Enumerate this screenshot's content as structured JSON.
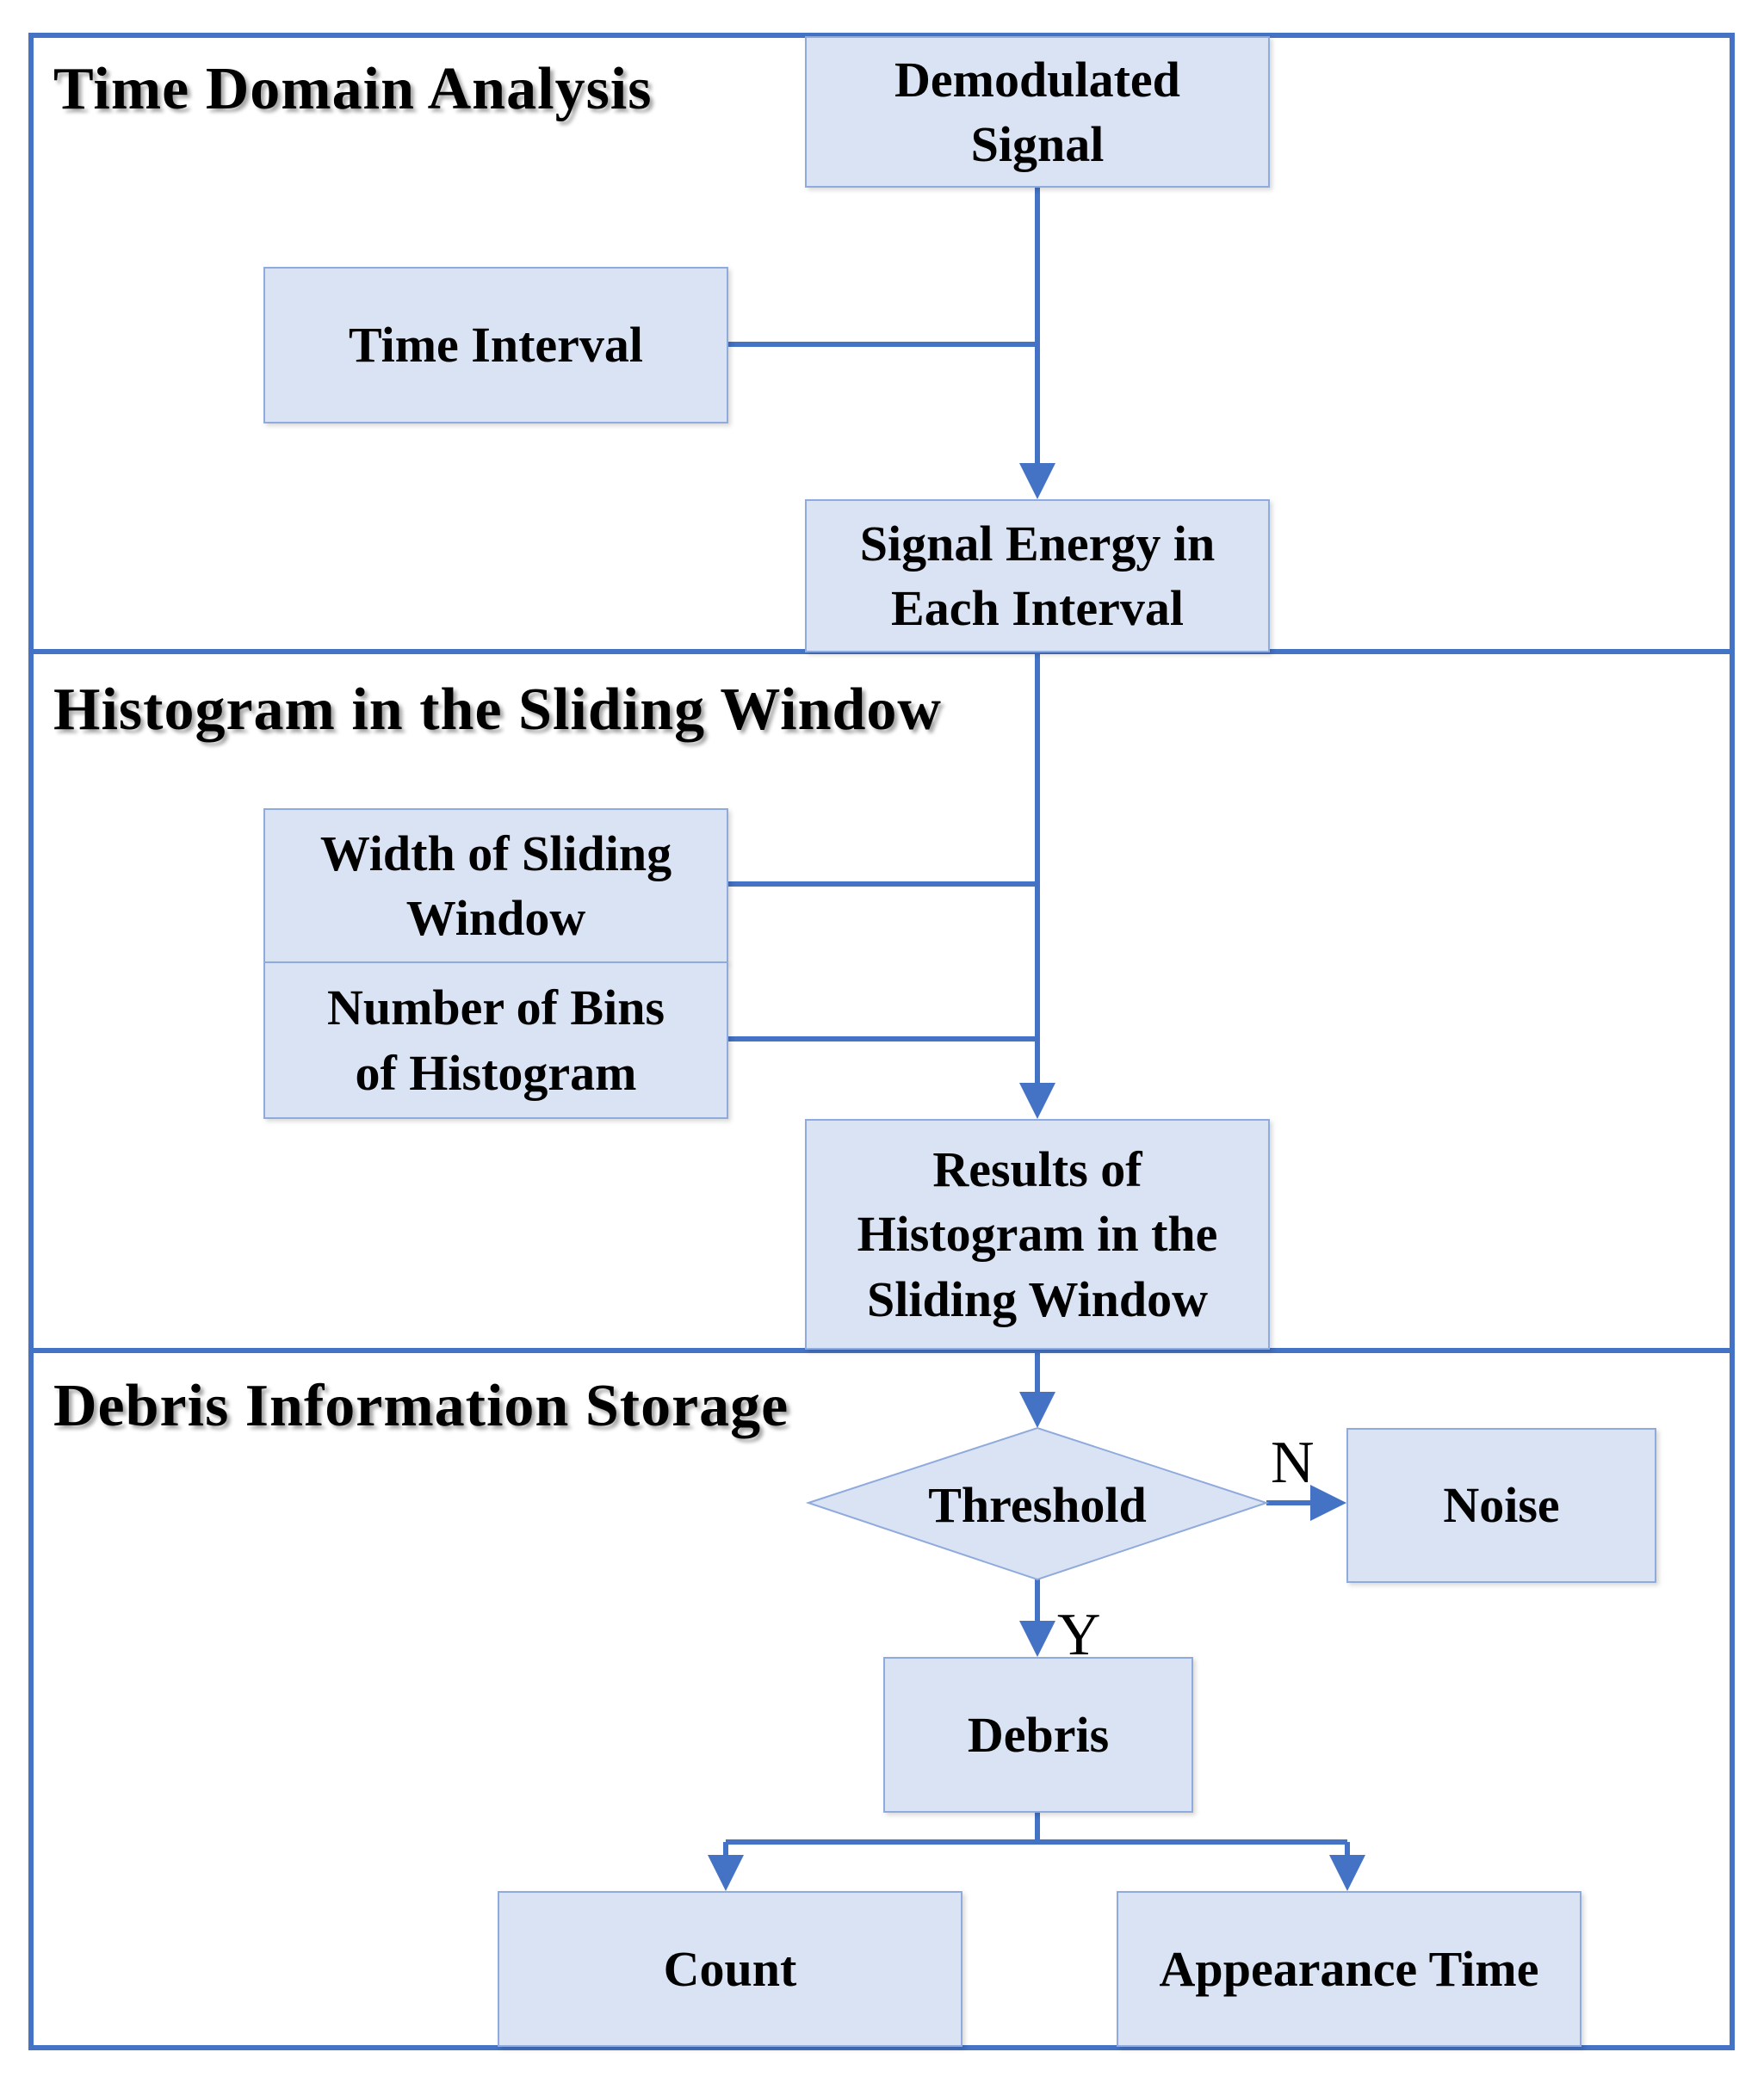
{
  "sections": {
    "time_domain": "Time Domain Analysis",
    "histogram": "Histogram in the Sliding Window",
    "storage": "Debris Information Storage"
  },
  "nodes": {
    "demodulated_signal": "Demodulated\nSignal",
    "time_interval": "Time Interval",
    "signal_energy": "Signal Energy in\nEach Interval",
    "window_width": "Width of Sliding\nWindow",
    "bins_number": "Number of Bins\nof Histogram",
    "histogram_results": "Results of\nHistogram in the\nSliding Window",
    "threshold": "Threshold",
    "noise": "Noise",
    "debris": "Debris",
    "count": "Count",
    "appearance_time": "Appearance Time"
  },
  "branch_labels": {
    "no": "N",
    "yes": "Y"
  },
  "colors": {
    "frame": "#4472C4",
    "box_fill": "#DAE3F3",
    "box_border": "#8FAADC",
    "arrow": "#4472C4"
  }
}
